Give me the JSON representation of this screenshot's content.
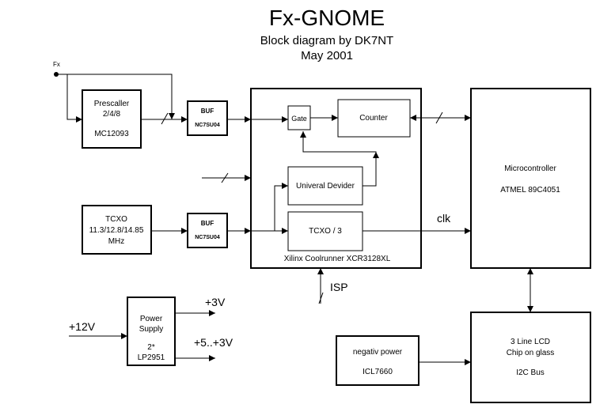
{
  "title": "Fx-GNOME",
  "subtitle": "Block diagram  by DK7NT",
  "date": "May 2001",
  "input_label": "Fx",
  "prescaler": {
    "name": "Prescaller",
    "ratio": "2/4/8",
    "part": "MC12093"
  },
  "buf_top": {
    "name": "BUF",
    "part": "NC7SU04"
  },
  "buf_bottom": {
    "name": "BUF",
    "part": "NC7SU04"
  },
  "tcxo": {
    "name": "TCXO",
    "freqs": "11.3/12.8/14.85",
    "unit": "MHz"
  },
  "xilinx": {
    "label": "Xilinx Coolrunner XCR3128XL",
    "gate": "Gate",
    "counter": "Counter",
    "divider": "Univeral Devider",
    "tcxo_div": "TCXO / 3"
  },
  "clk_label": "clk",
  "isp_label": "ISP",
  "microcontroller": {
    "name": "Microcontroller",
    "part": "ATMEL 89C4051"
  },
  "power_supply": {
    "name1": "Power",
    "name2": "Supply",
    "count": "2*",
    "part": "LP2951"
  },
  "v_in": "+12V",
  "v_out1": "+3V",
  "v_out2": "+5..+3V",
  "negpower": {
    "name": "negativ power",
    "part": "ICL7660"
  },
  "lcd": {
    "line1": "3 Line LCD",
    "line2": "Chip on glass",
    "line3": "I2C Bus"
  }
}
